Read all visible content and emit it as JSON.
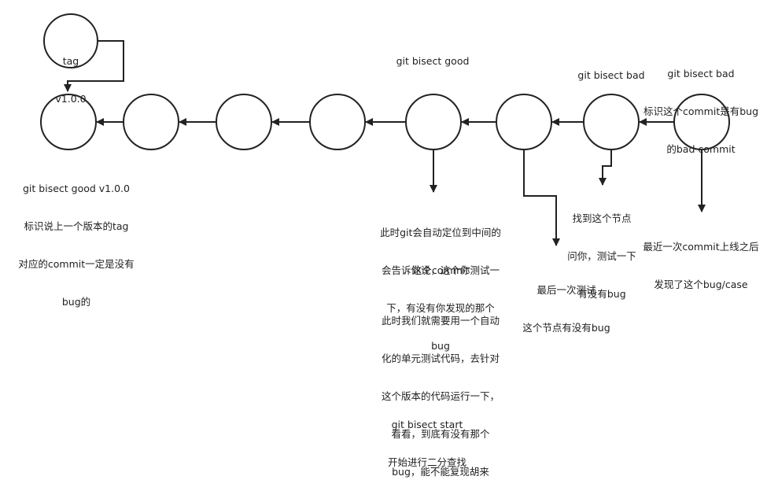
{
  "diagram": {
    "tag_node": {
      "line1": "tag",
      "line2": "v1.0.0"
    },
    "labels": {
      "bisect_good_top": "git bisect good",
      "bisect_bad_mid": "git bisect bad",
      "bisect_bad_right_title": "git bisect bad",
      "bisect_bad_right_desc1": "标识这个commit是有bug",
      "bisect_bad_right_desc2": "的bad commit",
      "good_v100_1": "git bisect good v1.0.0",
      "good_v100_2": "标识说上一个版本的tag",
      "good_v100_3": "对应的commit一定是没有",
      "good_v100_4": "bug的",
      "auto_locate_1": "此时git会自动定位到中间的",
      "auto_locate_2": "这个commit",
      "tell_you_1": "会告诉你说，这个你测试一",
      "tell_you_2": "下，有没有你发现的那个",
      "tell_you_3": "bug",
      "unit_test_1": "此时我们就需要用一个自动",
      "unit_test_2": "化的单元测试代码，去针对",
      "unit_test_3": "这个版本的代码运行一下，",
      "unit_test_4": "看看，到底有没有那个",
      "unit_test_5": "bug，能不能复现胡来",
      "find_node_1": "找到这个节点",
      "find_node_2": "问你，测试一下",
      "find_node_3": "有没有bug",
      "last_test_1": "最后一次测试",
      "last_test_2": "这个节点有没有bug",
      "latest_commit_1": "最近一次commit上线之后",
      "latest_commit_2": "发现了这个bug/case",
      "start_1": "git bisect start",
      "start_2": "开始进行二分查找"
    },
    "colors": {
      "stroke": "#222222",
      "fill": "#ffffff",
      "text": "#222222"
    }
  }
}
